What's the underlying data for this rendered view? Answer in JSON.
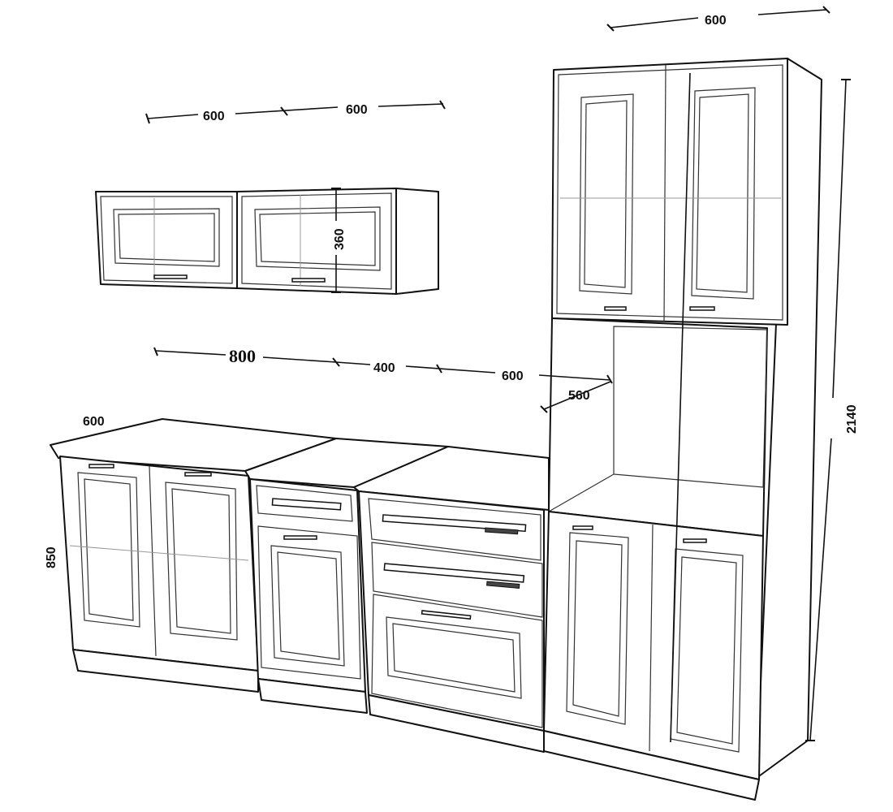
{
  "dimensions": {
    "top_total": "600",
    "wall_left": "600",
    "wall_right": "600",
    "wall_height": "360",
    "base_800": "800",
    "base_400": "400",
    "base_600": "600",
    "tall_depth": "560",
    "counter_depth": "600",
    "base_height": "850",
    "tall_height": "2140"
  }
}
